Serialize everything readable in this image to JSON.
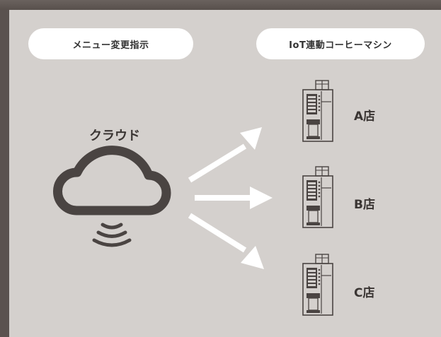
{
  "header": {
    "source_label": "メニュー変更指示",
    "target_label": "IoT連動コーヒーマシン"
  },
  "cloud": {
    "label": "クラウド",
    "icon": "cloud-icon"
  },
  "stores": [
    {
      "label": "A店",
      "icon": "coffee-machine-icon"
    },
    {
      "label": "B店",
      "icon": "coffee-machine-icon"
    },
    {
      "label": "C店",
      "icon": "coffee-machine-icon"
    }
  ],
  "colors": {
    "background": "#5a524f",
    "panel": "#d4d0cd",
    "ink": "#4a4442",
    "arrow": "#ffffff"
  }
}
